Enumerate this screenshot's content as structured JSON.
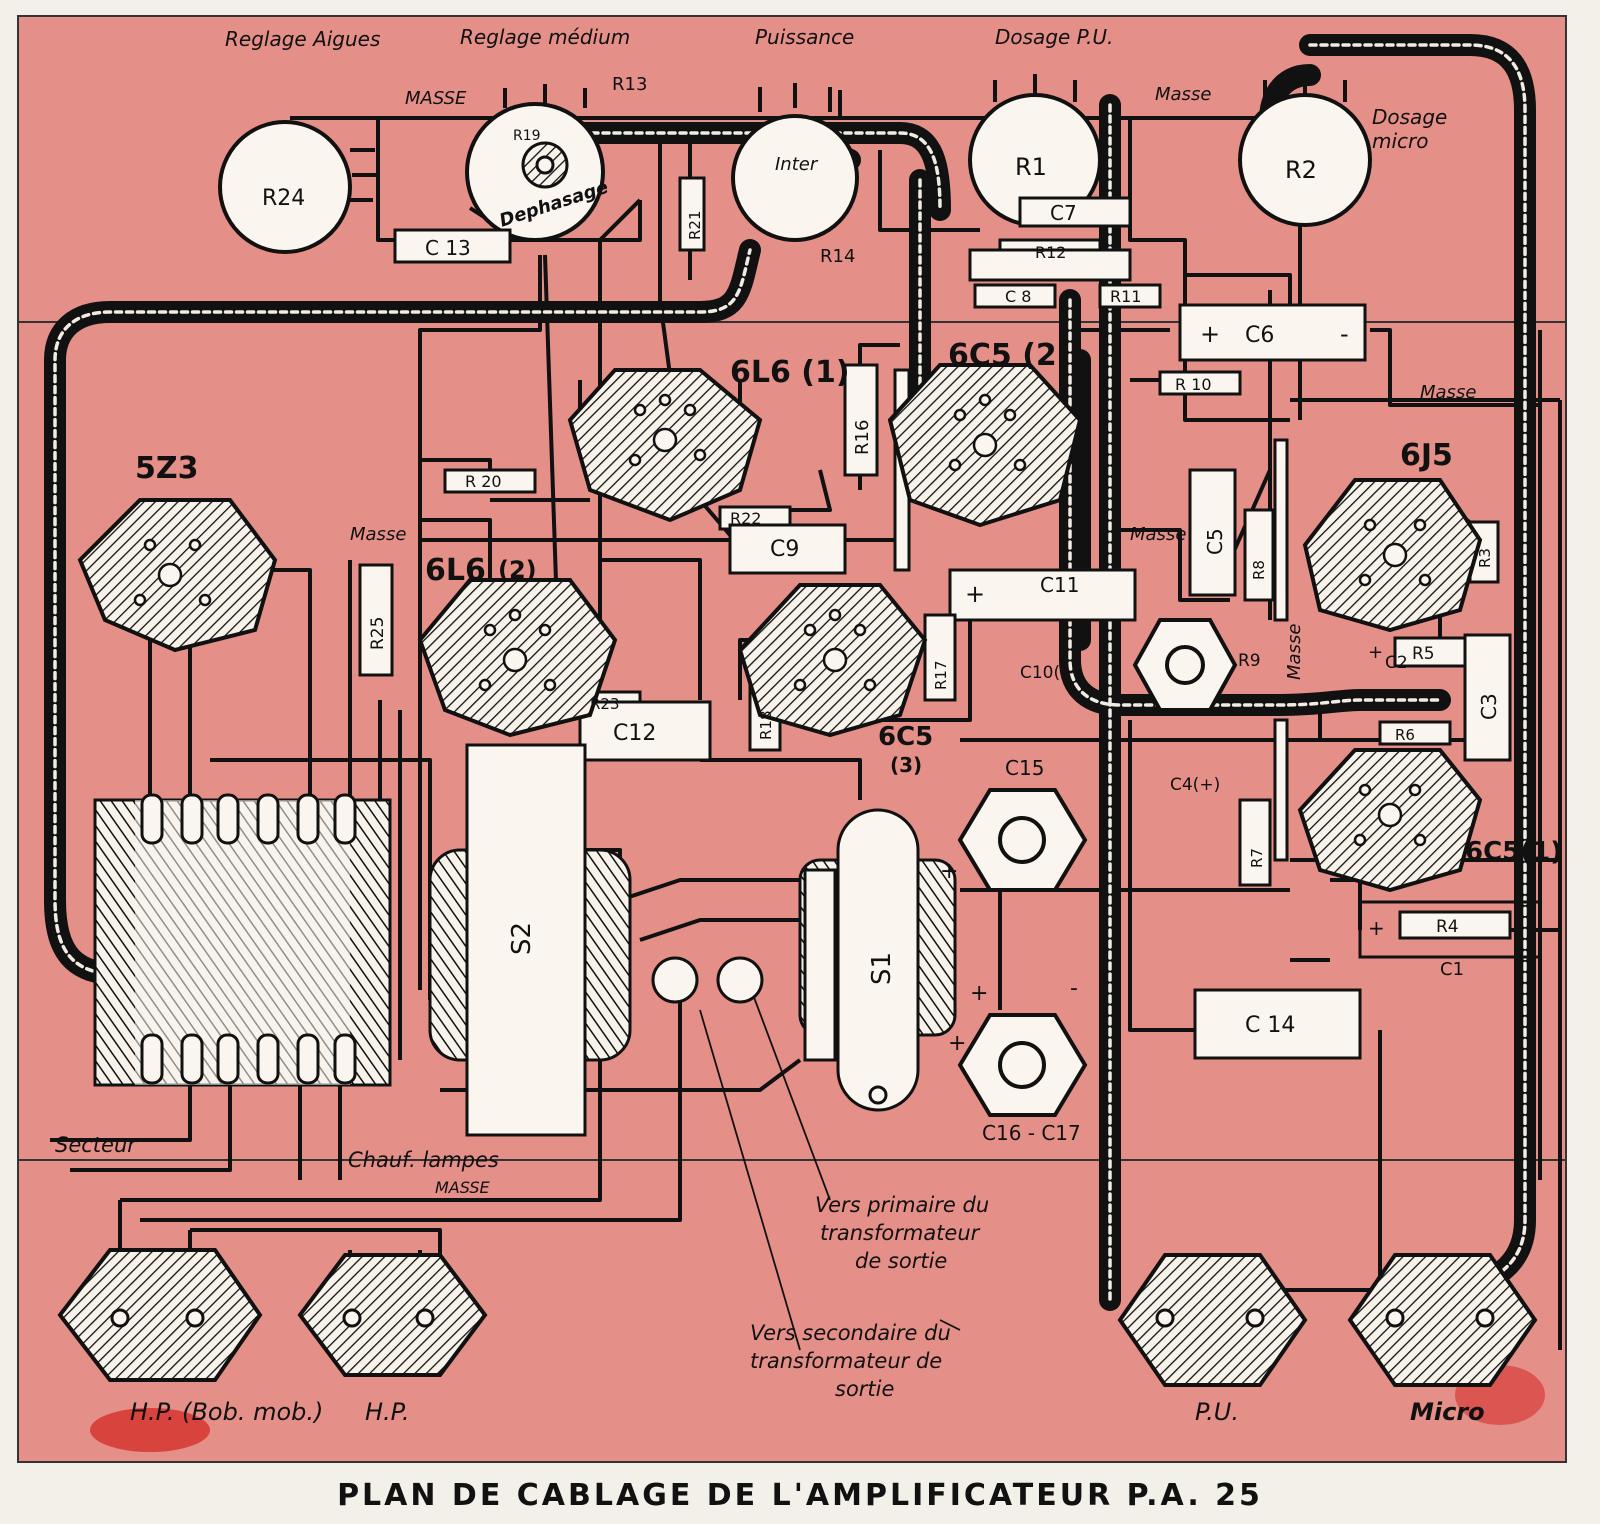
{
  "caption": "PLAN DE CABLAGE DE L'AMPLIFICATEUR P.A. 25",
  "colors": {
    "panel": "#e58f89",
    "ink": "#111111",
    "paper": "#f3f0ea",
    "part": "#faf6ef"
  },
  "controls": {
    "aigues": "Reglage Aigues",
    "medium": "Reglage médium",
    "puissance": "Puissance",
    "dosage_pu": "Dosage P.U.",
    "dosage_micro_1": "Dosage",
    "dosage_micro_2": "micro",
    "dephasage": "Dephasage",
    "inter": "Inter"
  },
  "masse": {
    "top_left": "MASSE",
    "top_right": "Masse",
    "mid_left": "Masse",
    "mid_center": "Masse",
    "right": "Masse",
    "vertical": "Masse",
    "bottom": "MASSE"
  },
  "tubes": {
    "t5z3": "5Z3",
    "t6l6_1": "6L6 (1)",
    "t6l6_2a": "6L6",
    "t6l6_2b": "(2)",
    "t6c5_2": "6C5 (2)",
    "t6c5_3a": "6C5",
    "t6c5_3b": "(3)",
    "t6j5": "6J5",
    "t6c5_1": "6C5(1)"
  },
  "parts": {
    "R24": "R24",
    "R1": "R1",
    "R2": "R2",
    "R13": "R13",
    "R19": "R19",
    "R14": "R14",
    "R21": "R21",
    "C13": "C 13",
    "C7": "C7",
    "R12": "R12",
    "C8": "C 8",
    "R11": "R11",
    "C6": "C6",
    "R10": "R 10",
    "R16": "R16",
    "R20": "R 20",
    "R22": "R22",
    "C9": "C9",
    "R25": "R25",
    "C11": "C11",
    "C10": "C10(+)",
    "R17": "R17",
    "R18": "R18",
    "R23": "R23",
    "C12": "C12",
    "C5": "C5",
    "R8": "R8",
    "R3": "R3",
    "R5": "R5",
    "C2": "C2",
    "R9": "R9",
    "C3": "C3",
    "R6": "R6",
    "C4": "C4(+)",
    "R7": "R7",
    "R4": "R4",
    "C1": "C1",
    "C14": "C 14",
    "C15": "C15",
    "C16": "C16 - C17",
    "S1": "S1",
    "S2": "S2"
  },
  "annotations": {
    "secteur": "Secteur",
    "chauf": "Chauf. lampes",
    "primaire": [
      "Vers primaire du",
      "transformateur",
      "de sortie"
    ],
    "secondaire": [
      "Vers secondaire du",
      "transformateur de",
      "sortie"
    ]
  },
  "connectors": {
    "hp_bob": "H.P. (Bob. mob.)",
    "hp": "H.P.",
    "pu": "P.U.",
    "micro": "Micro"
  }
}
